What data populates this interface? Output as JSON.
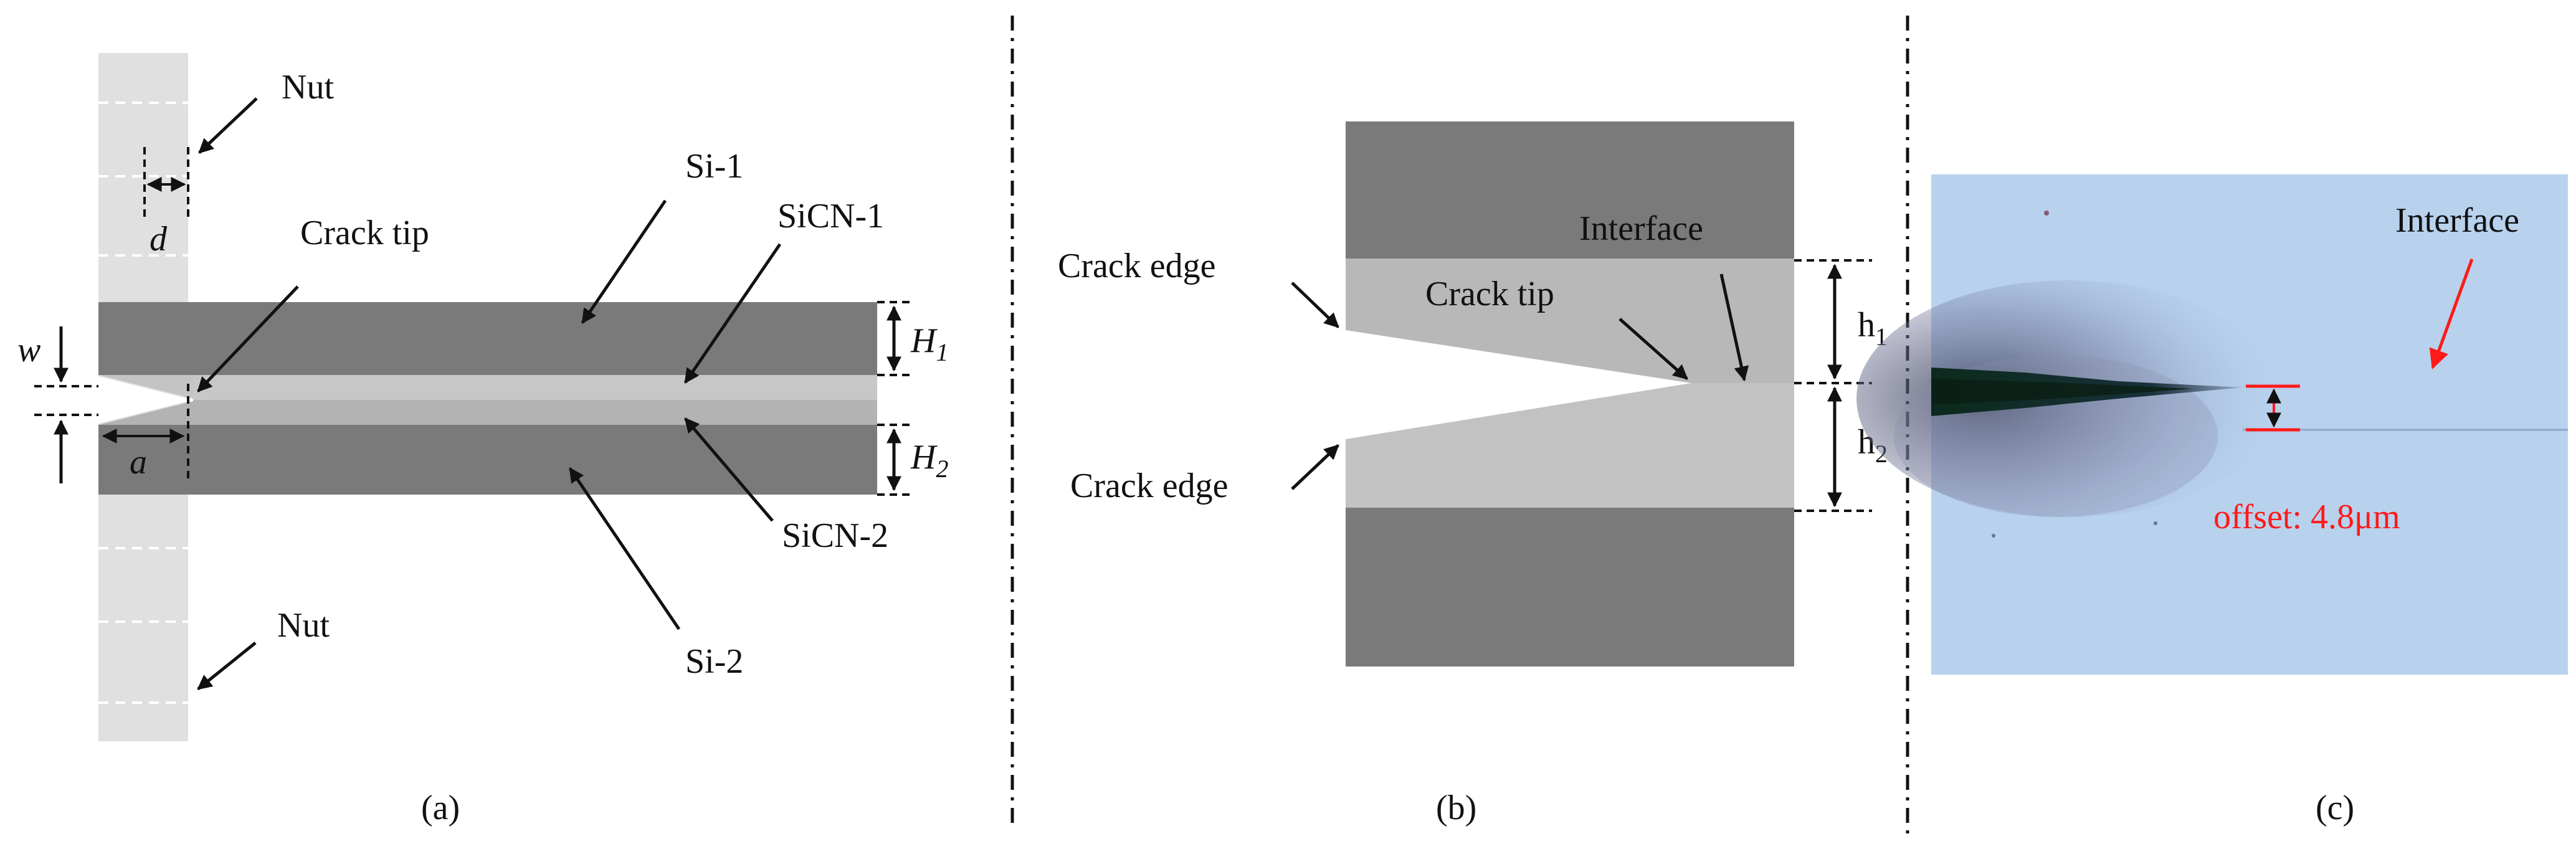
{
  "panel_a": {
    "caption": "(a)",
    "labels": {
      "nut_top": "Nut",
      "nut_bottom": "Nut",
      "d": "d",
      "crack_tip": "Crack tip",
      "si1": "Si-1",
      "sicn1": "SiCN-1",
      "w": "w",
      "h1_main": "H",
      "h1_sub": "1",
      "a": "a",
      "h2_main": "H",
      "h2_sub": "2",
      "sicn2": "SiCN-2",
      "si2": "Si-2"
    }
  },
  "panel_b": {
    "caption": "(b)",
    "labels": {
      "crack_edge_top": "Crack edge",
      "crack_edge_bottom": "Crack edge",
      "interface": "Interface",
      "crack_tip": "Crack tip",
      "h1_main": "h",
      "h1_sub": "1",
      "h2_main": "h",
      "h2_sub": "2"
    }
  },
  "panel_c": {
    "caption": "(c)",
    "labels": {
      "interface": "Interface",
      "offset": "offset: 4.8μm"
    }
  },
  "colors": {
    "dark_layer": "#7a7a7a",
    "light_layer": "#c0c0c0",
    "nut": "#e0e0e0",
    "micrograph_bg": "#b8d2ee",
    "annotation_red": "#ff1a1a"
  }
}
